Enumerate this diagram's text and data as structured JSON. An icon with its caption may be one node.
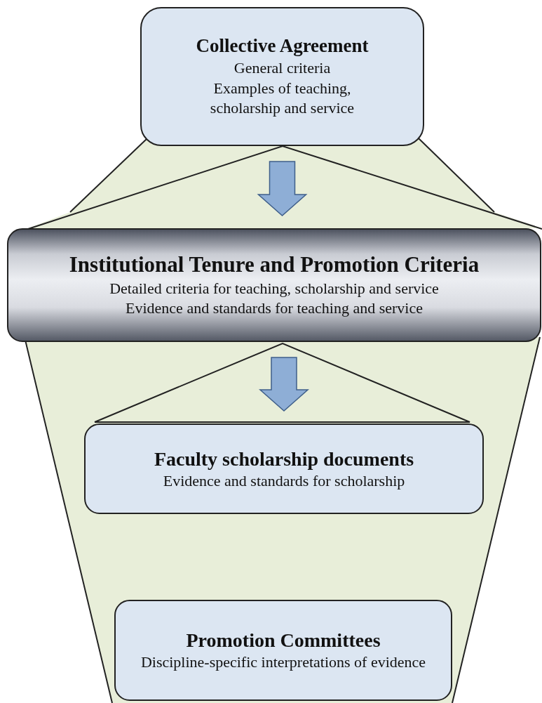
{
  "diagram": {
    "nodes": [
      {
        "text": [
          "Collective Agreement",
          "General criteria",
          "Examples of teaching, scholarship and service"
        ]
      },
      {
        "text": [
          "Institutional Tenure and Promotion Criteria",
          "Detailed criteria for teaching, scholarship and service",
          "Evidence and standards for teaching and service"
        ]
      },
      {
        "text": [
          "Faculty scholarship documents",
          "Evidence and standards for scholarship"
        ]
      },
      {
        "text": [
          "Promotion Committees",
          "Discipline-specific interpretations of evidence"
        ]
      }
    ],
    "edges": [
      {
        "from": 0,
        "to": 1,
        "arrow": "to"
      },
      {
        "from": 1,
        "to": 2,
        "arrow": "to"
      }
    ]
  }
}
